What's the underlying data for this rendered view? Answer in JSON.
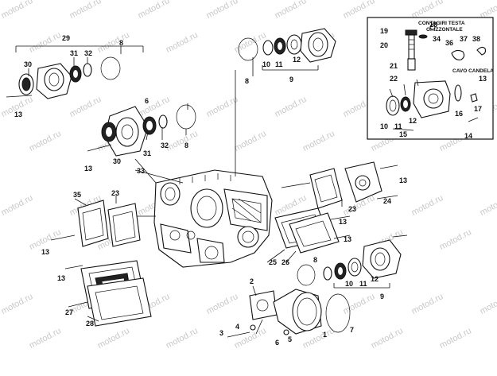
{
  "watermark": "motod.ru",
  "inset": {
    "header_line1": "CONTAGIRI TESTA",
    "header_line2": "ORIZZONTALE",
    "header_cable": "CAVO CANDELA"
  },
  "labels": [
    "29",
    "8",
    "30",
    "31",
    "32",
    "13",
    "6",
    "31",
    "32",
    "8",
    "30",
    "13",
    "33",
    "8",
    "10",
    "11",
    "12",
    "9",
    "19",
    "20",
    "18",
    "34",
    "21",
    "22",
    "36",
    "37",
    "38",
    "13",
    "16",
    "17",
    "10",
    "11",
    "12",
    "15",
    "14",
    "35",
    "23",
    "13",
    "13",
    "27",
    "28",
    "13",
    "23",
    "24",
    "13",
    "25",
    "26",
    "13",
    "8",
    "10",
    "11",
    "12",
    "9",
    "2",
    "4",
    "3",
    "6",
    "5",
    "1",
    "7"
  ]
}
